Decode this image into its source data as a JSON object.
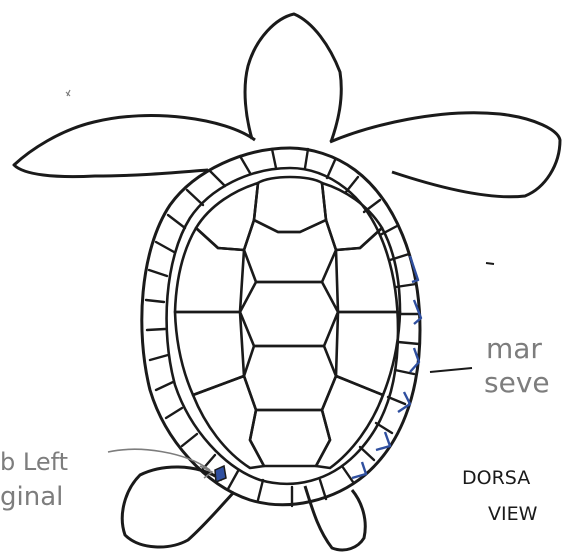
{
  "labels": {
    "left_label_line1": "b Left",
    "left_label_line2": "ginal",
    "right_label_line1": "mar",
    "right_label_line2": "seve",
    "view_line1": "DORSA",
    "view_line2": "VIEW"
  },
  "colors": {
    "ink": "#1a1a1a",
    "pencil": "#7d7d7d",
    "blue_ink": "#2f4f9f",
    "paper": "#ffffff"
  }
}
